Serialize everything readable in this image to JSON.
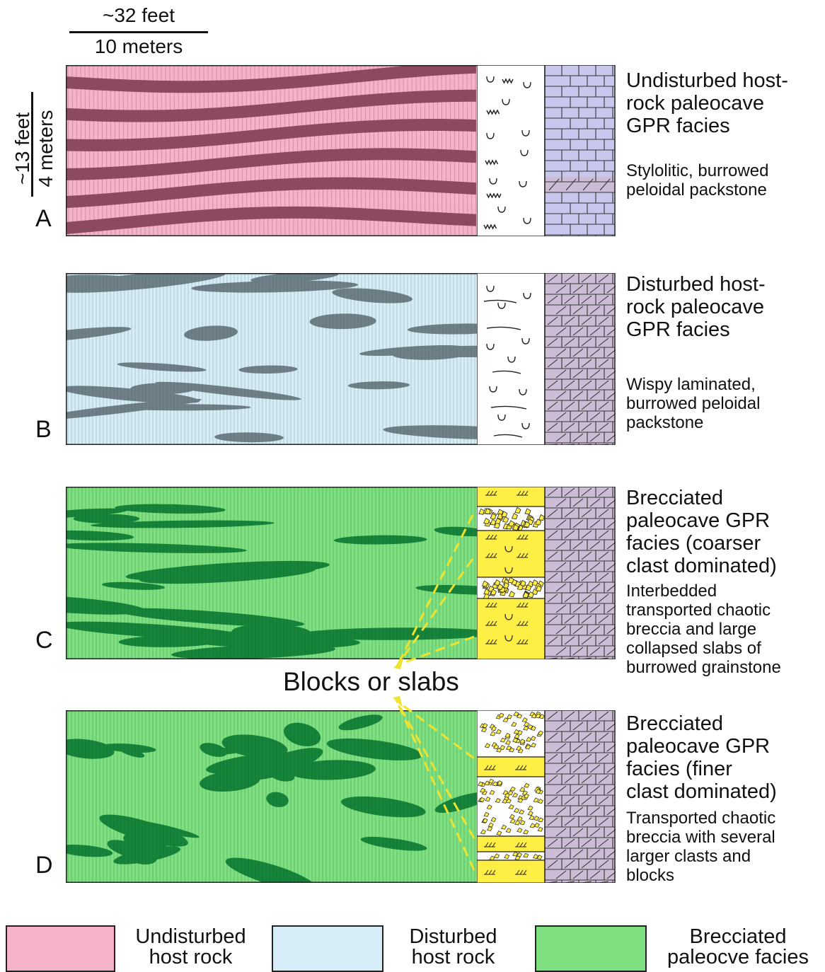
{
  "scale": {
    "horizontal_top": "~32 feet",
    "horizontal_bottom": "10 meters",
    "vertical_left": "~13 feet",
    "vertical_right": "4 meters"
  },
  "annotation": "Blocks or slabs",
  "colors": {
    "undisturbed_light": "#f5b3c8",
    "undisturbed_dark": "#8c4a60",
    "disturbed_light": "#d6ecf6",
    "disturbed_dark": "#6e7f88",
    "brecciated_light": "#7ee081",
    "brecciated_dark": "#16843a",
    "limestone_fill": "#c8c8ee",
    "dolomite_fill": "#cdbcd6",
    "breccia_yellow": "#ffee44",
    "arrow_yellow": "#f0e230"
  },
  "panels": [
    {
      "letter": "A",
      "title": "Undisturbed host-rock paleocave GPR facies",
      "title_lines": [
        "Undisturbed host-",
        "rock paleocave",
        "GPR facies"
      ],
      "description_lines": [
        "Stylolitic, burrowed",
        "peloidal packstone"
      ],
      "column_left": "stylolites-and-burrows",
      "column_right": "limestone-with-dolomite-band"
    },
    {
      "letter": "B",
      "title": "Disturbed host-rock paleocave GPR facies",
      "title_lines": [
        "Disturbed host-",
        "rock paleocave",
        "GPR facies"
      ],
      "description_lines": [
        "Wispy laminated,",
        "burrowed peloidal",
        "packstone"
      ],
      "column_left": "wispy-laminae-and-burrows",
      "column_right": "dolomite"
    },
    {
      "letter": "C",
      "title": "Brecciated paleocave GPR facies (coarser clast dominated)",
      "title_lines": [
        "Brecciated",
        "paleocave GPR",
        "facies (coarser",
        "clast dominated)"
      ],
      "description_lines": [
        "Interbedded",
        "transported chaotic",
        "breccia and large",
        "collapsed slabs of",
        "burrowed grainstone"
      ],
      "column_left": "breccia-and-grainstone-slabs",
      "column_right": "dolomite"
    },
    {
      "letter": "D",
      "title": "Brecciated paleocave GPR facies (finer clast dominated)",
      "title_lines": [
        "Brecciated",
        "paleocave GPR",
        "facies (finer",
        "clast dominated)"
      ],
      "description_lines": [
        "Transported chaotic",
        "breccia with several",
        "larger clasts and",
        "blocks"
      ],
      "column_left": "breccia-with-clasts",
      "column_right": "dolomite"
    }
  ],
  "legend": [
    {
      "label_lines": [
        "Undisturbed",
        "host rock"
      ],
      "color": "#f5b3c8"
    },
    {
      "label_lines": [
        "Disturbed",
        "host rock"
      ],
      "color": "#d6ecf6"
    },
    {
      "label_lines": [
        "Brecciated",
        "paleocve facies"
      ],
      "color": "#7ee081"
    }
  ]
}
